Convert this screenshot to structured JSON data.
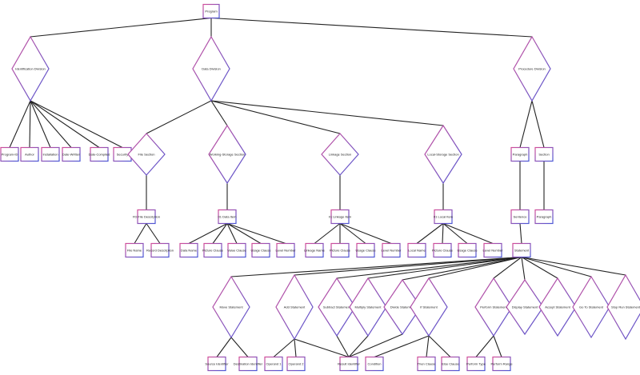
{
  "colors": {
    "stroke_a": "#d24f9a",
    "stroke_b": "#4a57d6",
    "edge": "#222222"
  },
  "nodes": [
    {
      "id": "program",
      "shape": "rect",
      "label": "Program"
    },
    {
      "id": "id_div",
      "shape": "diamond",
      "label": "Identification Division"
    },
    {
      "id": "data_div",
      "shape": "diamond",
      "label": "Data Division"
    },
    {
      "id": "proc_div",
      "shape": "diamond",
      "label": "Procedure Division"
    },
    {
      "id": "program_id",
      "shape": "rect",
      "label": "Program-ID"
    },
    {
      "id": "author",
      "shape": "rect",
      "label": "Author"
    },
    {
      "id": "installation",
      "shape": "rect",
      "label": "Installation"
    },
    {
      "id": "date_written",
      "shape": "rect",
      "label": "Date-Written"
    },
    {
      "id": "date_compiled",
      "shape": "rect",
      "label": "Date-Compiled"
    },
    {
      "id": "security",
      "shape": "rect",
      "label": "Security"
    },
    {
      "id": "file_section",
      "shape": "diamond",
      "label": "File Section"
    },
    {
      "id": "ws_section",
      "shape": "diamond",
      "label": "Working-Storage Section"
    },
    {
      "id": "linkage_section",
      "shape": "diamond",
      "label": "Linkage Section"
    },
    {
      "id": "local_section",
      "shape": "diamond",
      "label": "Local-Storage Section"
    },
    {
      "id": "fd",
      "shape": "rect",
      "label": "FD File Description"
    },
    {
      "id": "file_name",
      "shape": "rect",
      "label": "File Name"
    },
    {
      "id": "record_desc",
      "shape": "rect",
      "label": "Record Description"
    },
    {
      "id": "ws_01",
      "shape": "rect",
      "label": "01 Data Item"
    },
    {
      "id": "ws_data_name",
      "shape": "rect",
      "label": "Data Name"
    },
    {
      "id": "ws_picture",
      "shape": "rect",
      "label": "Picture Clause"
    },
    {
      "id": "ws_value",
      "shape": "rect",
      "label": "Value Clause"
    },
    {
      "id": "ws_usage",
      "shape": "rect",
      "label": "Usage Clause"
    },
    {
      "id": "ws_level",
      "shape": "rect",
      "label": "Level Number"
    },
    {
      "id": "lk_01",
      "shape": "rect",
      "label": "01 Linkage Item"
    },
    {
      "id": "lk_name",
      "shape": "rect",
      "label": "Linkage Name"
    },
    {
      "id": "lk_picture",
      "shape": "rect",
      "label": "Picture Clause"
    },
    {
      "id": "lk_usage",
      "shape": "rect",
      "label": "Usage Clause"
    },
    {
      "id": "lk_level",
      "shape": "rect",
      "label": "Level Number"
    },
    {
      "id": "lc_01",
      "shape": "rect",
      "label": "01 Local Item"
    },
    {
      "id": "lc_name",
      "shape": "rect",
      "label": "Local Name"
    },
    {
      "id": "lc_picture",
      "shape": "rect",
      "label": "Picture Clause"
    },
    {
      "id": "lc_usage",
      "shape": "rect",
      "label": "Usage Clause"
    },
    {
      "id": "lc_level",
      "shape": "rect",
      "label": "Level Number"
    },
    {
      "id": "paragraph",
      "shape": "rect",
      "label": "Paragraph"
    },
    {
      "id": "section",
      "shape": "rect",
      "label": "Section"
    },
    {
      "id": "sentence",
      "shape": "rect",
      "label": "Sentence"
    },
    {
      "id": "paragraph2",
      "shape": "rect",
      "label": "Paragraph"
    },
    {
      "id": "statement",
      "shape": "rect",
      "label": "Statement"
    },
    {
      "id": "move",
      "shape": "diamond",
      "label": "Move Statement"
    },
    {
      "id": "add",
      "shape": "diamond",
      "label": "Add Statement"
    },
    {
      "id": "subtract",
      "shape": "diamond",
      "label": "Subtract Statement"
    },
    {
      "id": "multiply",
      "shape": "diamond",
      "label": "Multiply Statement"
    },
    {
      "id": "divide",
      "shape": "diamond",
      "label": "Divide Statement"
    },
    {
      "id": "if",
      "shape": "diamond",
      "label": "If Statement"
    },
    {
      "id": "perform",
      "shape": "diamond",
      "label": "Perform Statement"
    },
    {
      "id": "display",
      "shape": "diamond",
      "label": "Display Statement"
    },
    {
      "id": "accept",
      "shape": "diamond",
      "label": "Accept Statement"
    },
    {
      "id": "goto",
      "shape": "diamond",
      "label": "Go To Statement"
    },
    {
      "id": "stoprun",
      "shape": "diamond",
      "label": "Stop Run Statement"
    },
    {
      "id": "source_id",
      "shape": "rect",
      "label": "Source Identifier"
    },
    {
      "id": "dest_id",
      "shape": "rect",
      "label": "Destination Identifier"
    },
    {
      "id": "operand1",
      "shape": "rect",
      "label": "Operand 1"
    },
    {
      "id": "operand2",
      "shape": "rect",
      "label": "Operand 2"
    },
    {
      "id": "result_id",
      "shape": "rect",
      "label": "Result Identifier"
    },
    {
      "id": "condition",
      "shape": "rect",
      "label": "Condition"
    },
    {
      "id": "then_clause",
      "shape": "rect",
      "label": "Then Clause"
    },
    {
      "id": "else_clause",
      "shape": "rect",
      "label": "Else Clause"
    },
    {
      "id": "perform_type",
      "shape": "rect",
      "label": "Perform Type"
    },
    {
      "id": "perform_range",
      "shape": "rect",
      "label": "Perform Range"
    }
  ],
  "edges": [
    [
      "program",
      "id_div"
    ],
    [
      "program",
      "data_div"
    ],
    [
      "program",
      "proc_div"
    ],
    [
      "id_div",
      "program_id"
    ],
    [
      "id_div",
      "author"
    ],
    [
      "id_div",
      "installation"
    ],
    [
      "id_div",
      "date_written"
    ],
    [
      "id_div",
      "date_compiled"
    ],
    [
      "id_div",
      "security"
    ],
    [
      "data_div",
      "file_section"
    ],
    [
      "data_div",
      "ws_section"
    ],
    [
      "data_div",
      "linkage_section"
    ],
    [
      "data_div",
      "local_section"
    ],
    [
      "file_section",
      "fd"
    ],
    [
      "fd",
      "file_name"
    ],
    [
      "fd",
      "record_desc"
    ],
    [
      "ws_section",
      "ws_01"
    ],
    [
      "ws_01",
      "ws_data_name"
    ],
    [
      "ws_01",
      "ws_picture"
    ],
    [
      "ws_01",
      "ws_value"
    ],
    [
      "ws_01",
      "ws_usage"
    ],
    [
      "ws_01",
      "ws_level"
    ],
    [
      "linkage_section",
      "lk_01"
    ],
    [
      "lk_01",
      "lk_name"
    ],
    [
      "lk_01",
      "lk_picture"
    ],
    [
      "lk_01",
      "lk_usage"
    ],
    [
      "lk_01",
      "lk_level"
    ],
    [
      "local_section",
      "lc_01"
    ],
    [
      "lc_01",
      "lc_name"
    ],
    [
      "lc_01",
      "lc_picture"
    ],
    [
      "lc_01",
      "lc_usage"
    ],
    [
      "lc_01",
      "lc_level"
    ],
    [
      "proc_div",
      "paragraph"
    ],
    [
      "proc_div",
      "section"
    ],
    [
      "paragraph",
      "sentence"
    ],
    [
      "section",
      "paragraph2"
    ],
    [
      "sentence",
      "statement"
    ],
    [
      "statement",
      "move"
    ],
    [
      "statement",
      "add"
    ],
    [
      "statement",
      "subtract"
    ],
    [
      "statement",
      "multiply"
    ],
    [
      "statement",
      "divide"
    ],
    [
      "statement",
      "if"
    ],
    [
      "statement",
      "perform"
    ],
    [
      "statement",
      "display"
    ],
    [
      "statement",
      "accept"
    ],
    [
      "statement",
      "goto"
    ],
    [
      "statement",
      "stoprun"
    ],
    [
      "move",
      "source_id"
    ],
    [
      "move",
      "dest_id"
    ],
    [
      "add",
      "operand1"
    ],
    [
      "add",
      "operand2"
    ],
    [
      "add",
      "result_id"
    ],
    [
      "subtract",
      "result_id"
    ],
    [
      "multiply",
      "result_id"
    ],
    [
      "divide",
      "result_id"
    ],
    [
      "if",
      "condition"
    ],
    [
      "if",
      "then_clause"
    ],
    [
      "if",
      "else_clause"
    ],
    [
      "perform",
      "perform_type"
    ],
    [
      "perform",
      "perform_range"
    ]
  ]
}
